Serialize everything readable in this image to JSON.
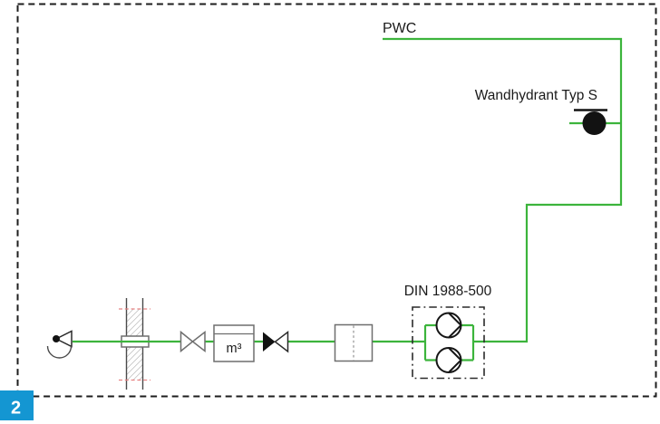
{
  "diagram": {
    "labels": {
      "pipe": "PWC",
      "hydrant": "Wandhydrant Typ S",
      "pump_unit": "DIN 1988-500",
      "water_meter": "m³"
    },
    "badge": {
      "number": "2"
    },
    "symbols": [
      "supply-connection-icon",
      "wall-penetration-icon",
      "shutoff-valve-icon",
      "water-meter-icon",
      "check-valve-icon",
      "filter-icon",
      "twin-pump-unit-icon",
      "wall-hydrant-icon"
    ],
    "colors": {
      "pipe_green": "#3cb43c",
      "badge_blue": "#1496d2",
      "wall_marker_red": "#e78383",
      "outline_gray": "#6e6e6e"
    }
  }
}
